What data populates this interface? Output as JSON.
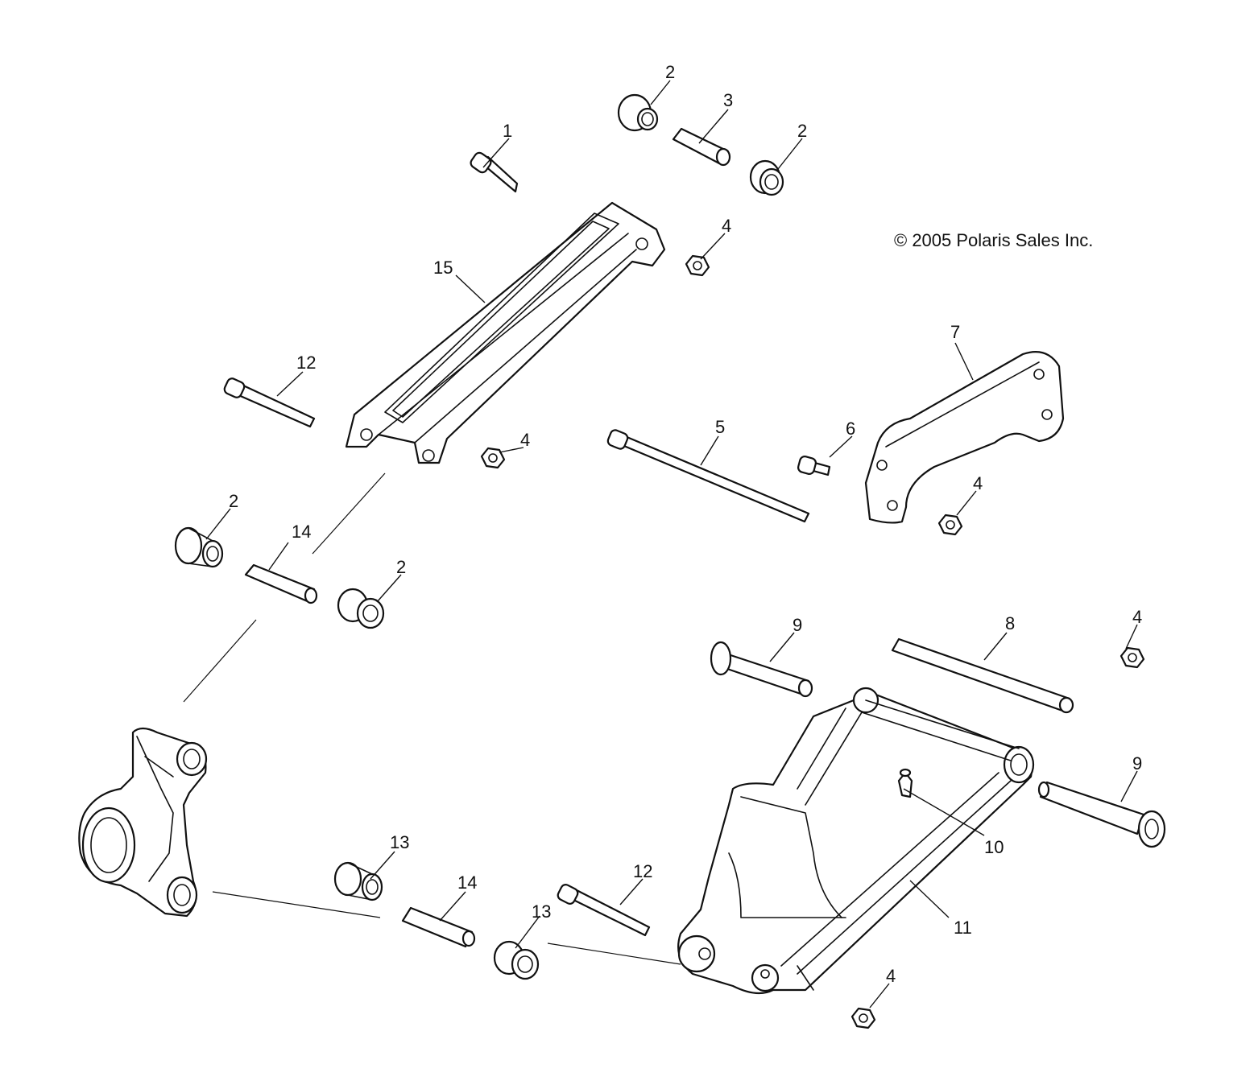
{
  "copyright": "© 2005 Polaris Sales Inc.",
  "callouts": [
    "1",
    "2",
    "3",
    "4",
    "5",
    "6",
    "7",
    "8",
    "9",
    "10",
    "11",
    "12",
    "13",
    "14",
    "15"
  ]
}
